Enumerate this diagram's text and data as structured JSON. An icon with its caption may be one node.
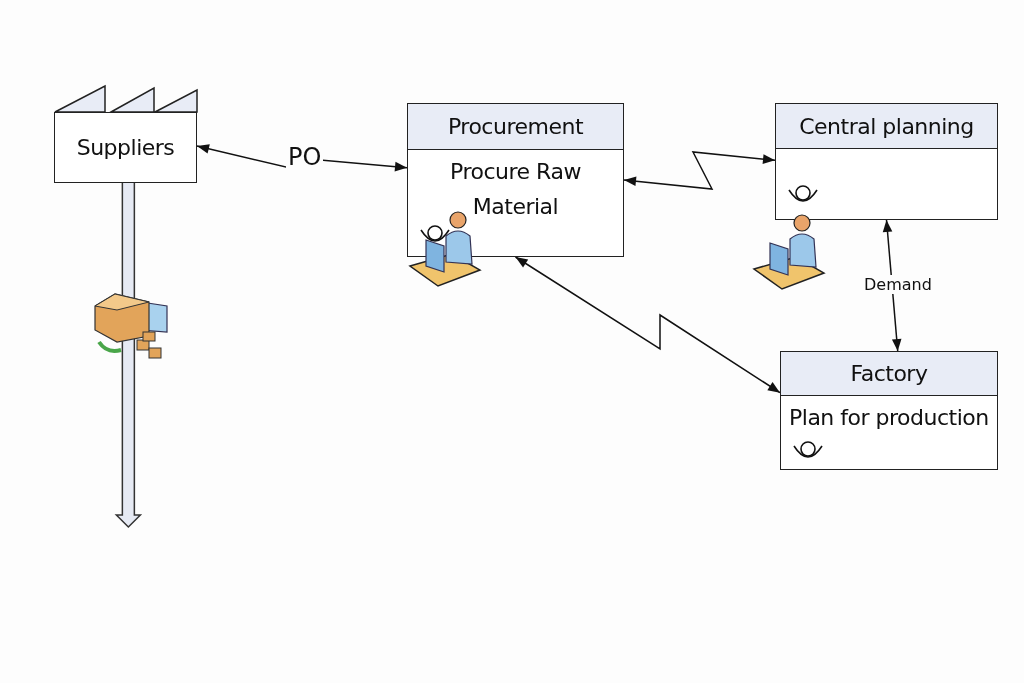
{
  "diagram": {
    "nodes": [
      {
        "text": [
          "Suppliers"
        ]
      },
      {
        "text": [
          "Procurement",
          "Procure Raw Material"
        ]
      },
      {
        "text": [
          "Central planning"
        ]
      },
      {
        "text": [
          "Factory",
          "Plan for production"
        ]
      }
    ],
    "edges": [
      {
        "from": 0,
        "to": 1,
        "arrow": "both",
        "label": "PO"
      },
      {
        "from": 1,
        "to": 2,
        "arrow": "both"
      },
      {
        "from": 1,
        "to": 3,
        "arrow": "both"
      },
      {
        "from": 2,
        "to": 3,
        "arrow": "both",
        "label": "Demand"
      },
      {
        "from": 0,
        "to": null,
        "arrow": "to",
        "style": "thick"
      }
    ]
  }
}
